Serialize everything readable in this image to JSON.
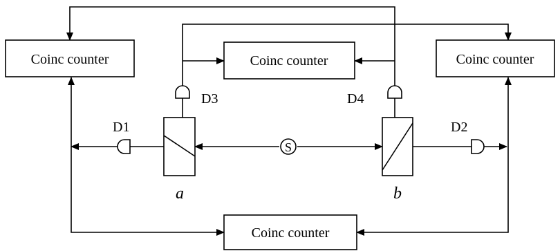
{
  "counters": {
    "top_left": "Coinc counter",
    "top_center": "Coinc counter",
    "top_right": "Coinc counter",
    "bottom_center": "Coinc counter"
  },
  "detectors": {
    "d1": "D1",
    "d2": "D2",
    "d3": "D3",
    "d4": "D4"
  },
  "beam_splitters": {
    "a": "a",
    "b": "b"
  },
  "source": "S"
}
